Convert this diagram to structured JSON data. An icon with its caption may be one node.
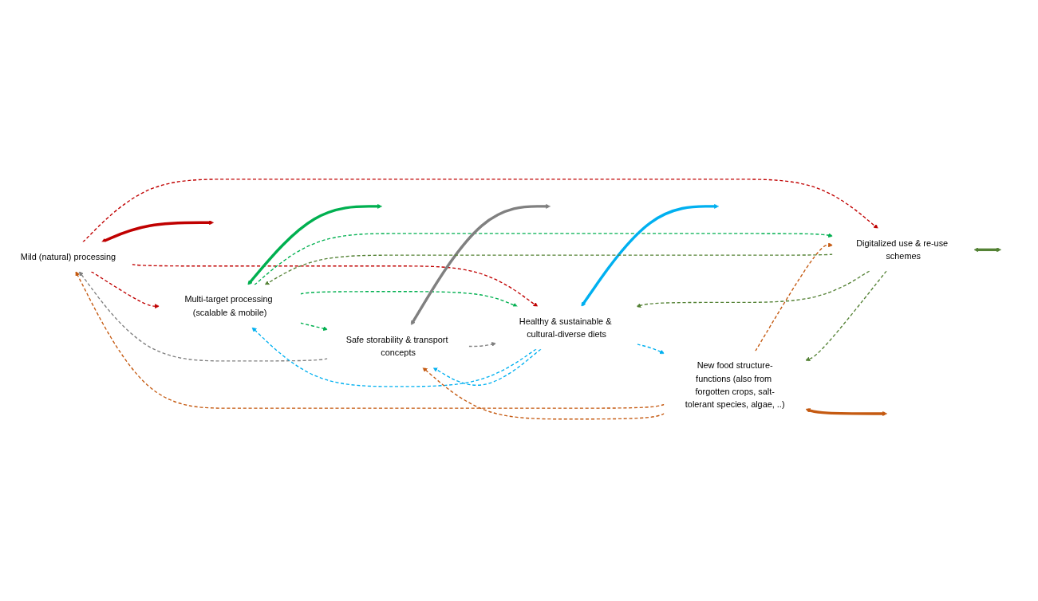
{
  "diagram": {
    "nodes": [
      {
        "text": [
          "Mild (natural) processing"
        ]
      },
      {
        "text": [
          "Multi-target processing (scalable & mobile)"
        ]
      },
      {
        "text": [
          "Safe storability & transport concepts"
        ]
      },
      {
        "text": [
          "Healthy & sustainable & cultural-diverse diets"
        ]
      },
      {
        "text": [
          "New food structure-functions (also from forgotten crops, salt-tolerant species, algae, ..)"
        ]
      },
      {
        "text": [
          "Digitalized use & re-use schemes"
        ]
      }
    ],
    "edges": [
      {
        "from": null,
        "to": 0,
        "arrow": "both",
        "style": "thick",
        "color": "#c00000"
      },
      {
        "from": 0,
        "to": 1,
        "arrow": "to",
        "style": "dashed",
        "color": "#c00000"
      },
      {
        "from": 0,
        "to": 3,
        "arrow": "to",
        "style": "dashed",
        "color": "#c00000"
      },
      {
        "from": 0,
        "to": 5,
        "arrow": "to",
        "style": "dashed",
        "color": "#c00000"
      },
      {
        "from": null,
        "to": 1,
        "arrow": "both",
        "style": "thick",
        "color": "#00b050"
      },
      {
        "from": 1,
        "to": 2,
        "arrow": "to",
        "style": "dashed",
        "color": "#00b050"
      },
      {
        "from": 1,
        "to": 3,
        "arrow": "to",
        "style": "dashed",
        "color": "#00b050"
      },
      {
        "from": 1,
        "to": 5,
        "arrow": "to",
        "style": "dashed",
        "color": "#00b050"
      },
      {
        "from": null,
        "to": 2,
        "arrow": "both",
        "style": "thick",
        "color": "#808080"
      },
      {
        "from": 2,
        "to": 0,
        "arrow": "to",
        "style": "dashed",
        "color": "#808080"
      },
      {
        "from": 2,
        "to": 3,
        "arrow": "to",
        "style": "dashed",
        "color": "#808080"
      },
      {
        "from": null,
        "to": 3,
        "arrow": "both",
        "style": "thick",
        "color": "#00b0f0"
      },
      {
        "from": 3,
        "to": 1,
        "arrow": "to",
        "style": "dashed",
        "color": "#00b0f0"
      },
      {
        "from": 3,
        "to": 2,
        "arrow": "to",
        "style": "dashed",
        "color": "#00b0f0"
      },
      {
        "from": 3,
        "to": 4,
        "arrow": "to",
        "style": "dashed",
        "color": "#00b0f0"
      },
      {
        "from": null,
        "to": 4,
        "arrow": "both",
        "style": "thick",
        "color": "#c55a11"
      },
      {
        "from": 4,
        "to": 0,
        "arrow": "to",
        "style": "dashed",
        "color": "#c55a11"
      },
      {
        "from": 4,
        "to": 2,
        "arrow": "to",
        "style": "dashed",
        "color": "#c55a11"
      },
      {
        "from": 4,
        "to": 5,
        "arrow": "to",
        "style": "dashed",
        "color": "#c55a11"
      },
      {
        "from": null,
        "to": 5,
        "arrow": "both",
        "style": "thick",
        "color": "#548235"
      },
      {
        "from": 5,
        "to": 1,
        "arrow": "to",
        "style": "dashed",
        "color": "#548235"
      },
      {
        "from": 5,
        "to": 3,
        "arrow": "to",
        "style": "dashed",
        "color": "#548235"
      },
      {
        "from": 5,
        "to": 4,
        "arrow": "to",
        "style": "dashed",
        "color": "#548235"
      }
    ]
  }
}
